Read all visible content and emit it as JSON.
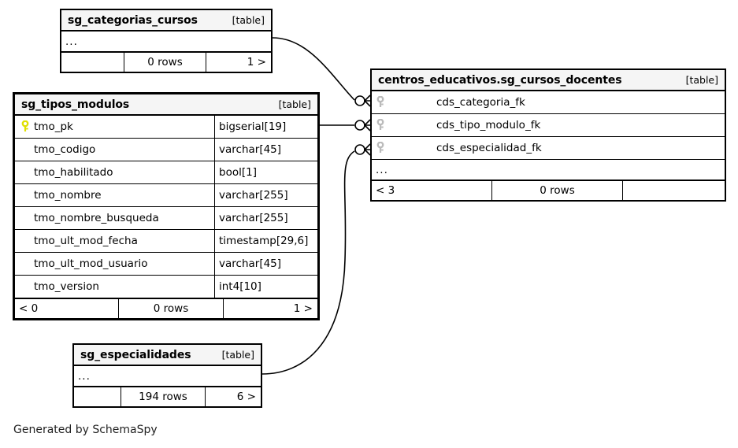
{
  "diagram": {
    "kind_label": "[table]",
    "credit": "Generated by SchemaSpy",
    "colors": {
      "primary_key": "#e8e800",
      "foreign_key": "#bbbbbb",
      "header_bg": "#f5f5f5",
      "border": "#000000",
      "background": "#ffffff"
    }
  },
  "tables": {
    "categorias_cursos": {
      "name": "sg_categorias_cursos",
      "kind": "[table]",
      "ellipsis": "...",
      "footer": {
        "left": "",
        "middle": "0 rows",
        "right": "1 >"
      }
    },
    "tipos_modulos": {
      "name": "sg_tipos_modulos",
      "kind": "[table]",
      "columns": [
        {
          "key": "primary",
          "icon": "key-icon-primary",
          "name": "tmo_pk",
          "type": "bigserial[19]"
        },
        {
          "key": "none",
          "icon": "",
          "name": "tmo_codigo",
          "type": "varchar[45]"
        },
        {
          "key": "none",
          "icon": "",
          "name": "tmo_habilitado",
          "type": "bool[1]"
        },
        {
          "key": "none",
          "icon": "",
          "name": "tmo_nombre",
          "type": "varchar[255]"
        },
        {
          "key": "none",
          "icon": "",
          "name": "tmo_nombre_busqueda",
          "type": "varchar[255]"
        },
        {
          "key": "none",
          "icon": "",
          "name": "tmo_ult_mod_fecha",
          "type": "timestamp[29,6]"
        },
        {
          "key": "none",
          "icon": "",
          "name": "tmo_ult_mod_usuario",
          "type": "varchar[45]"
        },
        {
          "key": "none",
          "icon": "",
          "name": "tmo_version",
          "type": "int4[10]"
        }
      ],
      "footer": {
        "left": "< 0",
        "middle": "0 rows",
        "right": "1 >"
      }
    },
    "cursos_docentes": {
      "name": "centros_educativos.sg_cursos_docentes",
      "kind": "[table]",
      "columns": [
        {
          "key": "foreign",
          "icon": "key-icon-foreign",
          "name": "cds_categoria_fk"
        },
        {
          "key": "foreign",
          "icon": "key-icon-foreign",
          "name": "cds_tipo_modulo_fk"
        },
        {
          "key": "foreign",
          "icon": "key-icon-foreign",
          "name": "cds_especialidad_fk"
        }
      ],
      "ellipsis": "...",
      "footer": {
        "left": "< 3",
        "middle": "0 rows",
        "right": ""
      }
    },
    "especialidades": {
      "name": "sg_especialidades",
      "kind": "[table]",
      "ellipsis": "...",
      "footer": {
        "left": "",
        "middle": "194 rows",
        "right": "6 >"
      }
    }
  },
  "relationships": [
    {
      "from": "sg_categorias_cursos",
      "to": "cds_categoria_fk",
      "from_cardinality": "one",
      "to_cardinality": "zero-or-many"
    },
    {
      "from": "tmo_pk",
      "to": "cds_tipo_modulo_fk",
      "from_cardinality": "one",
      "to_cardinality": "zero-or-many"
    },
    {
      "from": "sg_especialidades",
      "to": "cds_especialidad_fk",
      "from_cardinality": "one",
      "to_cardinality": "zero-or-many"
    }
  ]
}
